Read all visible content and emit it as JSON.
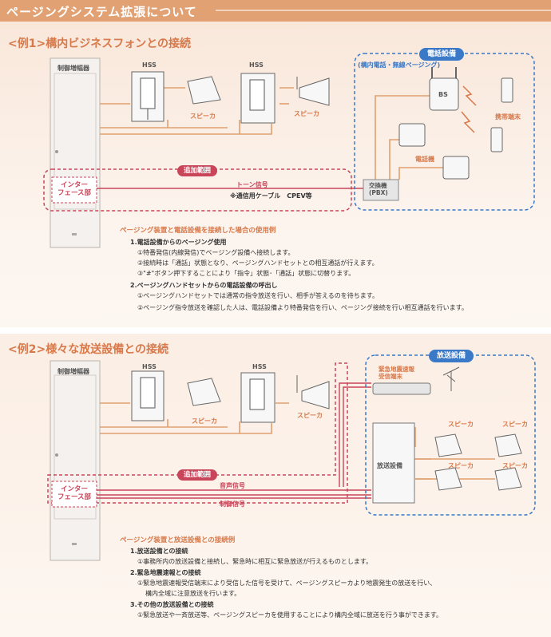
{
  "header": {
    "title": "ページングシステム拡張について"
  },
  "example1": {
    "title": "<例1>構内ビジネスフォンとの接続",
    "cabinet_label": "制御増幅器",
    "hss1_label": "HSS",
    "hss2_label": "HSS",
    "speaker1_label": "スピーカ",
    "speaker2_label": "スピーカ",
    "interface_line1": "インター",
    "interface_line2": "フェース部",
    "added_range": "追加範囲",
    "tone_signal": "トーン信号",
    "cable_note": "※通信用ケーブル　CPEV等",
    "phone_system_title": "電話設備",
    "phone_system_sub": "(構内電話・無線ページング)",
    "bs_label": "BS",
    "mobile_label": "携帯端末",
    "phone_label": "電話機",
    "exchange_line1": "交換機",
    "exchange_line2": "(PBX)",
    "usage": {
      "heading": "ページング装置と電話設備を接続した場合の使用例",
      "h1": "1.電話設備からのページング使用",
      "i1": "①特番発信(内線発信)でページング設備へ接続します。",
      "i2": "②接続時は「通話」状態となり、ページングハンドセットとの相互通話が行えます。",
      "i3": "③\"#\"ボタン押下することにより「指令」状態･「通話」状態に切替ります。",
      "h2": "2.ページングハンドセットからの電話設備の呼出し",
      "i4": "①ページングハンドセットでは通常の指令放送を行い、相手が答えるのを待ちます。",
      "i5": "②ページング指令放送を確認した人は、電話設備より特番発信を行い、ページング接続を行い相互通話を行います。"
    }
  },
  "example2": {
    "title": "<例2>様々な放送設備との接続",
    "cabinet_label": "制御増幅器",
    "hss1_label": "HSS",
    "hss2_label": "HSS",
    "speaker1_label": "スピーカ",
    "speaker2_label": "スピーカ",
    "interface_line1": "インター",
    "interface_line2": "フェース部",
    "added_range": "追加範囲",
    "audio_signal": "音声信号",
    "control_signal": "制御信号",
    "broadcast_title": "放送設備",
    "eq_receiver_line1": "緊急地震速報",
    "eq_receiver_line2": "受信端末",
    "pa_label": "放送設備",
    "spk_a": "スピーカ",
    "spk_b": "スピーカ",
    "spk_c": "スピーカ",
    "spk_d": "スピーカ",
    "usage": {
      "heading": "ページング装置と放送設備との接続例",
      "h1": "1.放送設備との接続",
      "i1": "①事務所内の放送設備と接続し、緊急時に相互に緊急放送が行えるものとします。",
      "h2": "2.緊急地震速報との接続",
      "i2": "①緊急地震速報受信端末により受信した信号を受けて、ページングスピーカより地震発生の放送を行い、",
      "i2b": "構内全域に注意放送を行います。",
      "h3": "3.その他の放送設備との接続",
      "i3": "①緊急放送や一斉放送等、ページングスピーカを使用することにより構内全域に放送を行う事ができます。"
    }
  },
  "colors": {
    "header": "#e2a173",
    "accent": "#d7794a",
    "red": "#c9455a",
    "blue": "#3a78c8",
    "wire": "#e0a070"
  }
}
